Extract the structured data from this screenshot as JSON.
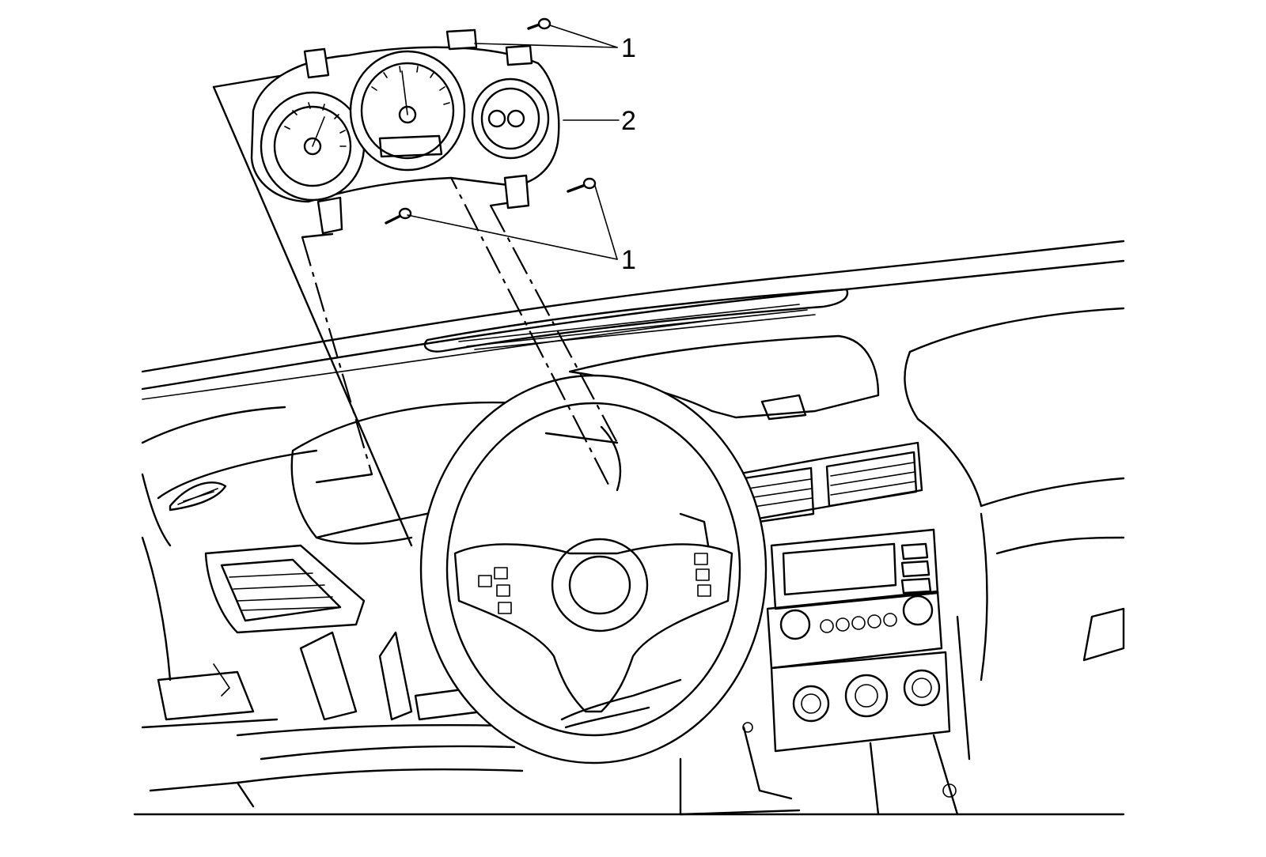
{
  "callouts": [
    {
      "id": "fastener-top",
      "label": "1"
    },
    {
      "id": "cluster",
      "label": "2"
    },
    {
      "id": "fastener-bottom",
      "label": "1"
    }
  ]
}
